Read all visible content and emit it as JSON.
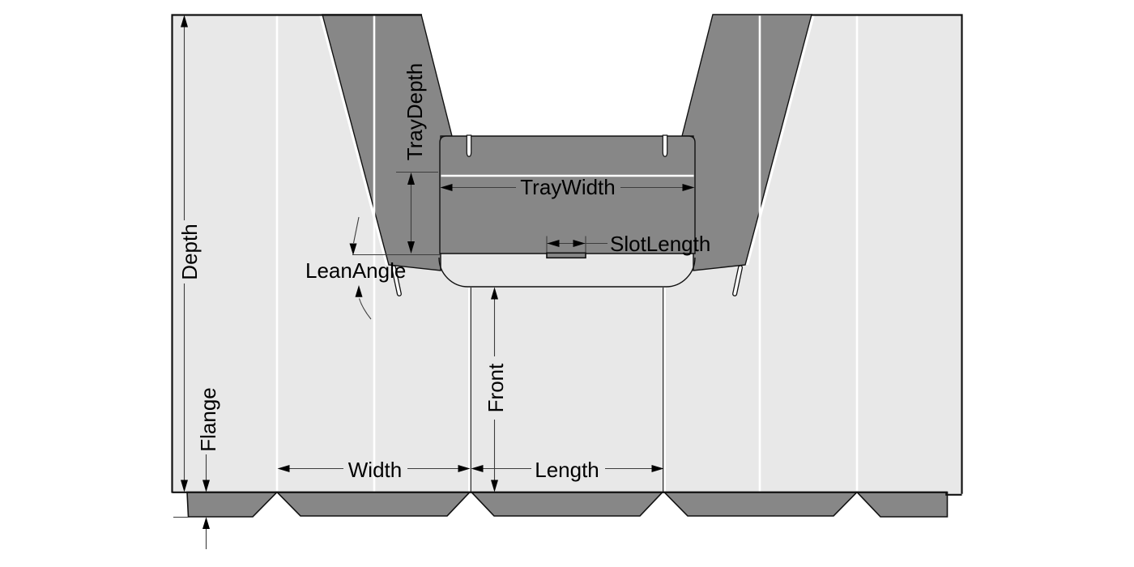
{
  "labels": {
    "depth": "Depth",
    "flange": "Flange",
    "tray_depth": "TrayDepth",
    "tray_width": "TrayWidth",
    "slot_length": "SlotLength",
    "lean_angle": "LeanAngle",
    "front": "Front",
    "width": "Width",
    "length": "Length"
  },
  "colors": {
    "background": "#ffffff",
    "panel": "#e8e8e8",
    "cardboard": "#878787",
    "outline": "#111111",
    "fold": "#ffffff",
    "dimension": "#3d3d3d",
    "text": "#000000"
  }
}
